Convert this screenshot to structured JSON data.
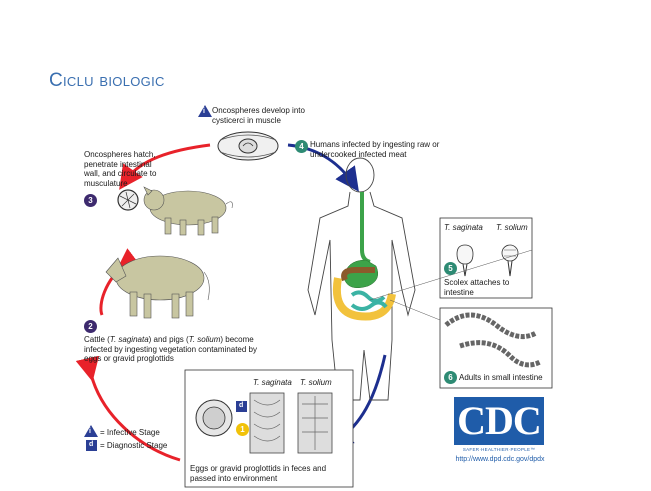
{
  "slide": {
    "title": "Ciclu biologic"
  },
  "diagram": {
    "step1_label": "Oncospheres develop into cysticerci in muscle",
    "step1_badge": "i",
    "step2_badge": "2",
    "step3_badge": "3",
    "step3_label": "Oncospheres hatch, penetrate intestinal wall, and circulate to musculature",
    "step4_badge": "4",
    "step4_label": "Humans infected by ingesting raw or undercooked infected meat",
    "step5_badge": "5",
    "step5_label": "Scolex attaches to intestine",
    "step6_badge": "6",
    "step6_label": "Adults in small intestine",
    "step1_yellow_badge": "1",
    "step2_label_prefix": "Cattle (",
    "step2_species_a": "T. saginata",
    "step2_mid": ") and pigs (",
    "step2_species_b": "T. solium",
    "step2_suffix": ") become infected by ingesting vegetation contaminated by eggs or gravid proglottids",
    "scolex_species_a": "T. saginata",
    "scolex_species_b": "T. solium",
    "proglottid_species_a": "T. saginata",
    "proglottid_species_b": "T. solium",
    "eggs_label": "Eggs or gravid proglottids in feces and passed into environment",
    "legend": {
      "infective_symbol": "i",
      "infective": "= Infective Stage",
      "diagnostic_symbol": "d",
      "diagnostic": "= Diagnostic Stage"
    },
    "d_badge": "d"
  },
  "logo": {
    "text": "CDC",
    "tagline": "SAFER·HEALTHIER·PEOPLE™",
    "url": "http://www.dpd.cdc.gov/dpdx"
  },
  "colors": {
    "title": "#3a6fb0",
    "red_arrow": "#e8222a",
    "blue_arrow": "#1d2f8f",
    "cdc_blue": "#1f5ca9"
  }
}
